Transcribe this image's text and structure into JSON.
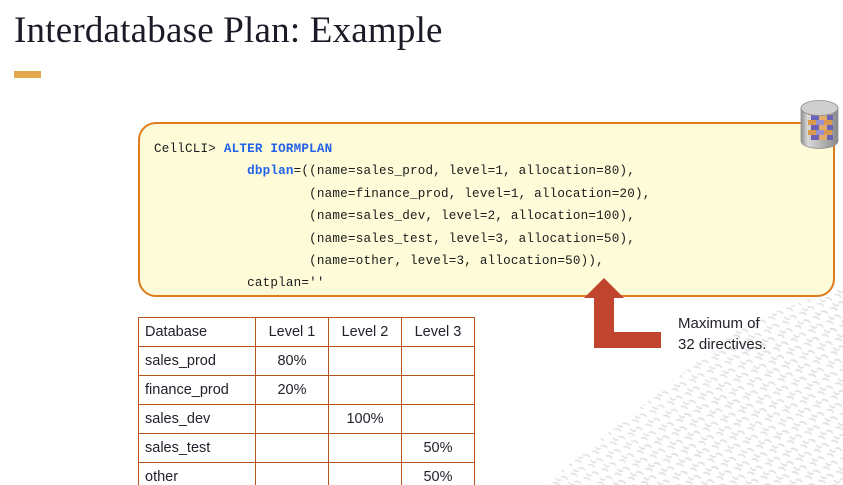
{
  "slide": {
    "title": "Interdatabase Plan: Example",
    "accent_color": "#e4a84c"
  },
  "code_block": {
    "prompt": "CellCLI>",
    "command_keyword": "ALTER IORMPLAN",
    "keyword_color": "#2262e8",
    "background_color": "#fdfbd8",
    "border_color": "#de7c1d",
    "lines": [
      "            dbplan=((name=sales_prod, level=1, allocation=80),",
      "                    (name=finance_prod, level=1, allocation=20),",
      "                    (name=sales_dev, level=2, allocation=100),",
      "                    (name=sales_test, level=3, allocation=50),",
      "                    (name=other, level=3, allocation=50)),",
      "            catplan=''"
    ]
  },
  "annotation": {
    "caption": "Maximum of\n32 directives.",
    "arrow_color": "#c1442f"
  },
  "icons": {
    "database_cylinder": "database-cylinder-icon"
  },
  "table": {
    "border_color": "#b9541a",
    "headers": [
      "Database",
      "Level 1",
      "Level 2",
      "Level 3"
    ],
    "rows": [
      {
        "database": "sales_prod",
        "level1": "80%",
        "level2": "",
        "level3": ""
      },
      {
        "database": "finance_prod",
        "level1": "20%",
        "level2": "",
        "level3": ""
      },
      {
        "database": "sales_dev",
        "level1": "",
        "level2": "100%",
        "level3": ""
      },
      {
        "database": "sales_test",
        "level1": "",
        "level2": "",
        "level3": "50%"
      },
      {
        "database": "other",
        "level1": "",
        "level2": "",
        "level3": "50%"
      }
    ]
  }
}
